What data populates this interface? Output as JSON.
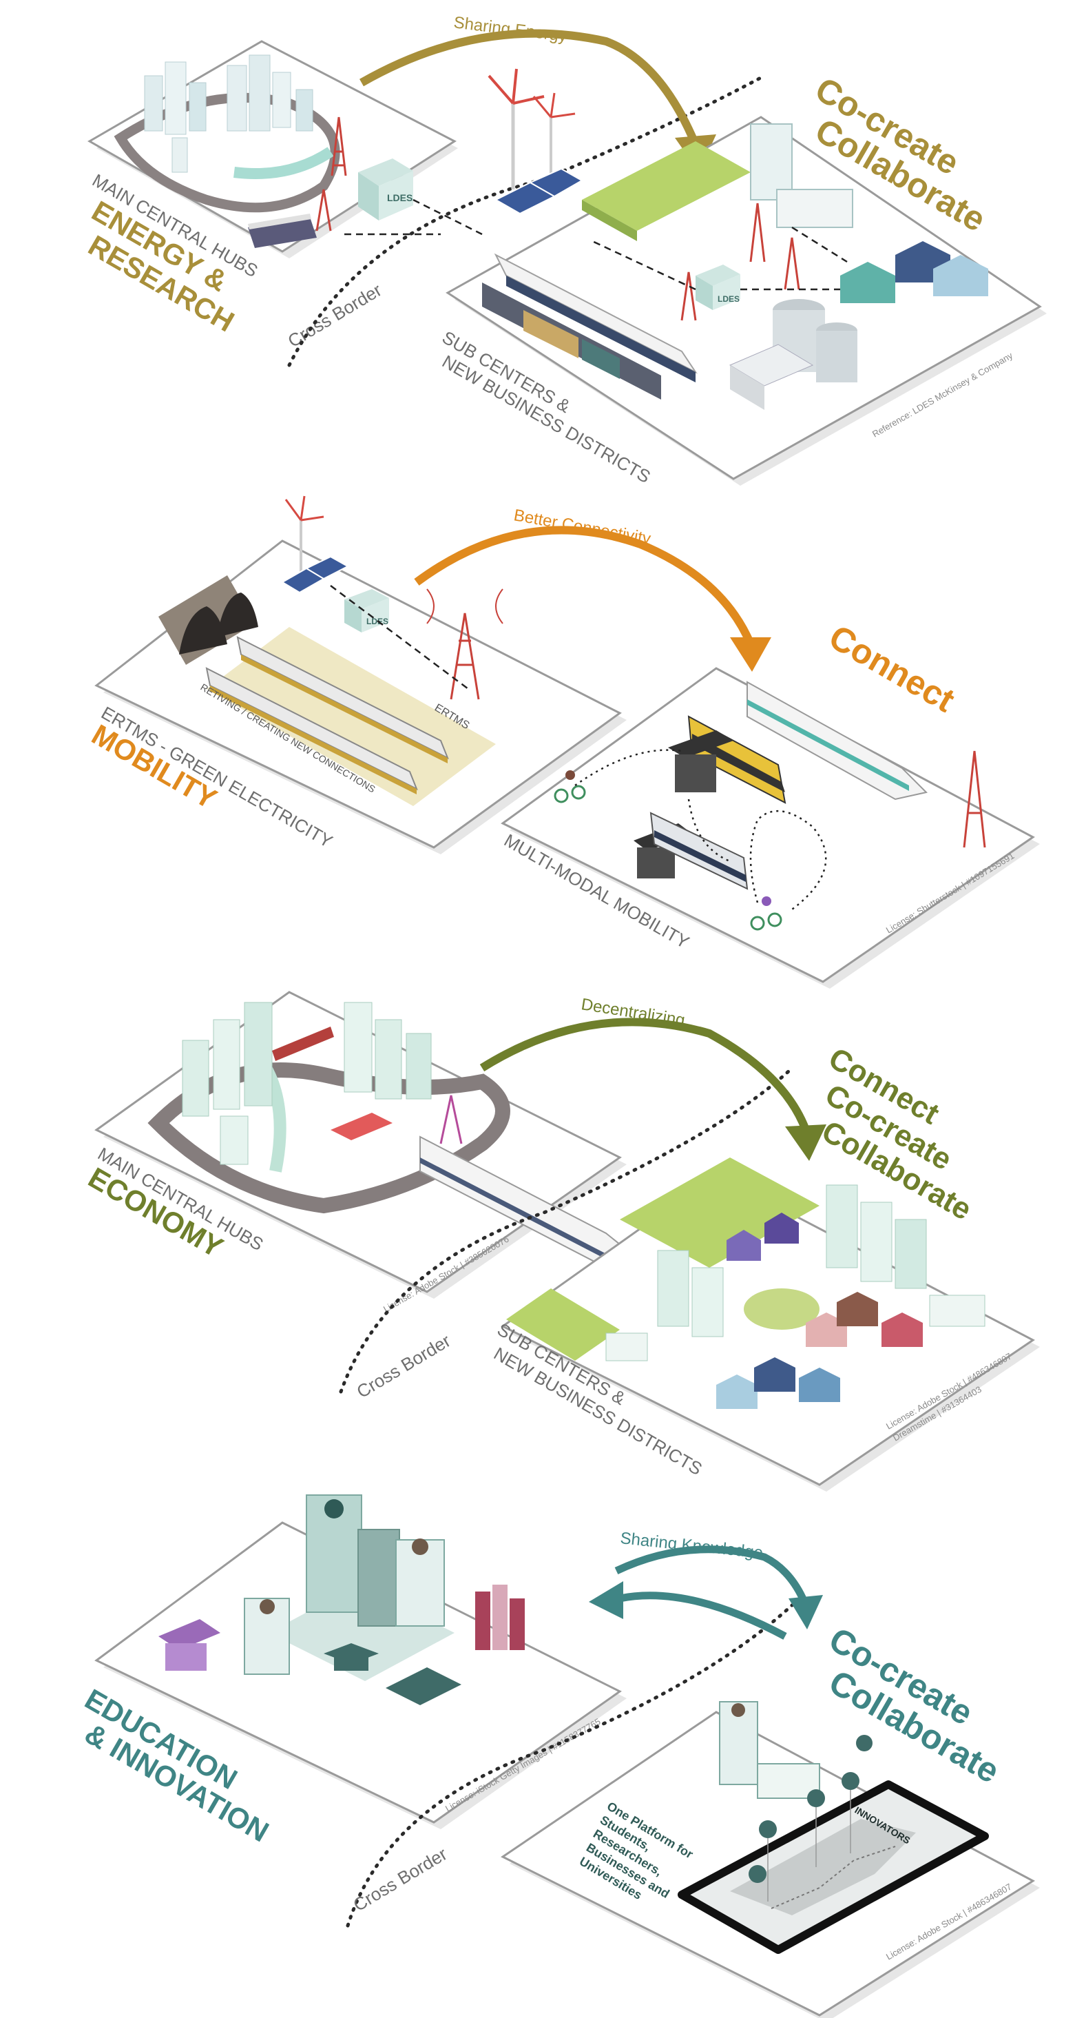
{
  "colors": {
    "energy": "#a88f3a",
    "mobility": "#e08a1e",
    "economy": "#6f7f2c",
    "education": "#3f8585",
    "plate_edge": "#9a9a9a",
    "plate_fill": "#ffffff",
    "text_gray": "#6e6e6e"
  },
  "icons": [
    "wind-turbine-icon",
    "solar-panel-icon",
    "ldes-box-icon",
    "power-pylon-icon",
    "train-icon",
    "tram-icon",
    "bus-icon",
    "bicycle-icon",
    "house-icon",
    "building-icon",
    "graduation-cap-icon",
    "smartphone-icon"
  ],
  "energy": {
    "arrow_label": "Sharing Energy",
    "plate_left_label": "MAIN CENTRAL HUBS",
    "title_line1": "ENERGY &",
    "title_line2": "RESEARCH",
    "cross_border": "Cross Border",
    "right_title_line1": "Co-create",
    "right_title_line2": "Collaborate",
    "plate_right_line1": "SUB CENTERS &",
    "plate_right_line2": "NEW BUSINESS DISTRICTS",
    "reference": "Reference: LDES McKinsey & Company",
    "ldes_label": "LDES"
  },
  "mobility": {
    "arrow_label": "Better Connectivity",
    "plate_left_label": "ERTMS - GREEN ELECTRICITY",
    "title": "MOBILITY",
    "right_title": "Connect",
    "plate_right_label": "MULTI-MODAL MOBILITY",
    "license": "License: Shutterstock | #1097155691",
    "tunnel_label": "RETIVING / CREATING NEW CONNECTIONS",
    "ertms_label": "ERTMS",
    "ldes_label": "LDES"
  },
  "economy": {
    "arrow_label": "Decentralizing",
    "plate_left_label": "MAIN CENTRAL HUBS",
    "title": "ECONOMY",
    "license_left": "License: Adobe Stock | #385620076",
    "cross_border": "Cross Border",
    "right_title_line1": "Connect",
    "right_title_line2": "Co-create",
    "right_title_line3": "Collaborate",
    "plate_right_line1": "SUB CENTERS &",
    "plate_right_line2": "NEW BUSINESS DISTRICTS",
    "license_right_line1": "License: Adobe Stock | #486346807",
    "license_right_line2": "Dreamstime | #31364403"
  },
  "education": {
    "arrow_label": "Sharing Knowledge",
    "title_line1": "EDUCATION",
    "title_line2": "& INNOVATION",
    "license_left": "License: iStock Getty Images | #1158377765",
    "cross_border": "Cross Border",
    "right_title_line1": "Co-create",
    "right_title_line2": "Collaborate",
    "platform_line1": "One Platform for",
    "platform_line2": "Students,",
    "platform_line3": "Researchers,",
    "platform_line4": "Businesses and",
    "platform_line5": "Universities",
    "innovators": "INNOVATORS",
    "license_right": "License: Adobe Stock | #486346807"
  }
}
